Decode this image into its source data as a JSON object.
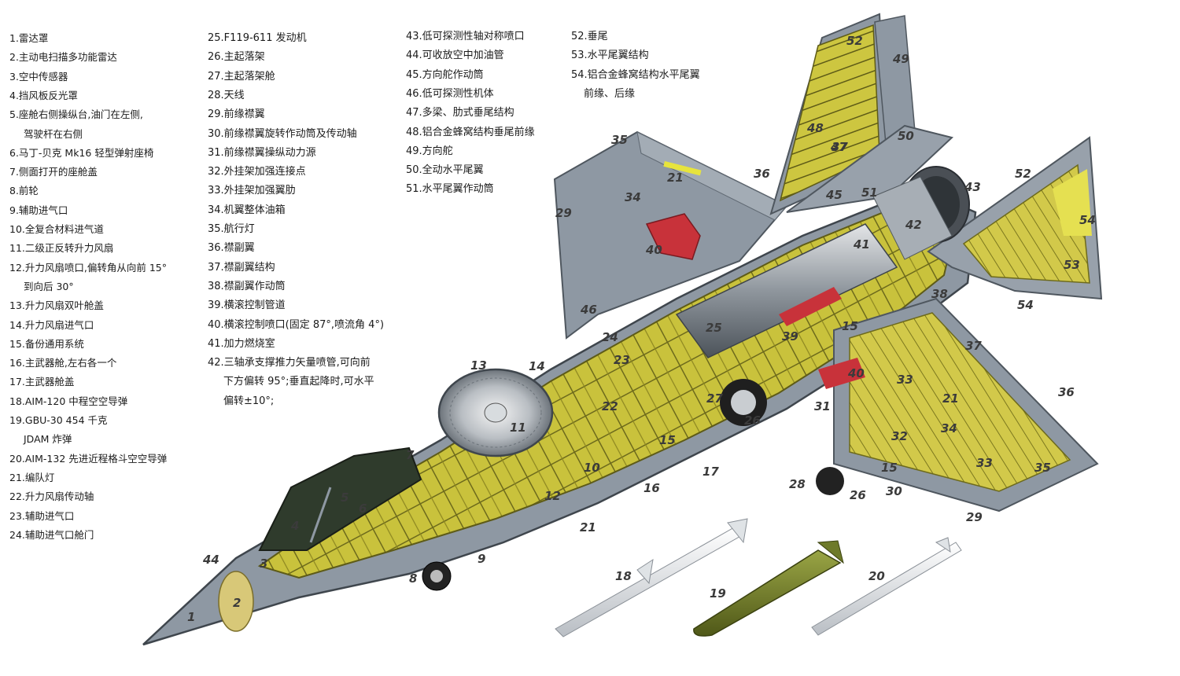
{
  "legend": {
    "col1": [
      "1.雷达罩",
      "2.主动电扫描多功能雷达",
      "3.空中传感器",
      "4.挡风板反光罩",
      "5.座舱右侧操纵台,油门在左侧,",
      "驾驶杆在右侧",
      "6.马丁-贝克 Mk16 轻型弹射座椅",
      "7.侧面打开的座舱盖",
      "8.前轮",
      "9.辅助进气口",
      "10.全复合材料进气道",
      "11.二级正反转升力风扇",
      "12.升力风扇喷口,偏转角从向前 15°",
      "到向后 30°",
      "13.升力风扇双叶舱盖",
      "14.升力风扇进气口",
      "15.备份通用系统",
      "16.主武器舱,左右各一个",
      "17.主武器舱盖",
      "18.AIM-120 中程空空导弹",
      "19.GBU-30 454 千克",
      "JDAM 炸弹",
      "20.AIM-132 先进近程格斗空空导弹",
      "21.编队灯",
      "22.升力风扇传动轴",
      "23.辅助进气口",
      "24.辅助进气口舱门"
    ],
    "col2": [
      "25.F119-611 发动机",
      "26.主起落架",
      "27.主起落架舱",
      "28.天线",
      "29.前缘襟翼",
      "30.前缘襟翼旋转作动筒及传动轴",
      "31.前缘襟翼操纵动力源",
      "32.外挂架加强连接点",
      "33.外挂架加强翼肋",
      "34.机翼整体油箱",
      "35.航行灯",
      "36.襟副翼",
      "37.襟副翼结构",
      "38.襟副翼作动筒",
      "39.横滚控制管道",
      "40.横滚控制喷口(固定 87°,喷流角 4°)",
      "41.加力燃烧室",
      "42.三轴承支撑推力矢量喷管,可向前",
      "下方偏转 95°;垂直起降时,可水平",
      "偏转±10°;"
    ],
    "col3": [
      "43.低可探测性轴对称喷口",
      "44.可收放空中加油管",
      "45.方向舵作动筒",
      "46.低可探测性机体",
      "47.多梁、肋式垂尾结构",
      "48.铝合金蜂窝结构垂尾前缘",
      "49.方向舵",
      "50.全动水平尾翼",
      "51.水平尾翼作动筒"
    ],
    "col4": [
      "52.垂尾",
      "53.水平尾翼结构",
      "54.铝合金蜂窝结构水平尾翼",
      "前缘、后缘"
    ]
  },
  "callouts": [
    "1",
    "2",
    "3",
    "4",
    "5",
    "6",
    "7",
    "8",
    "9",
    "10",
    "11",
    "12",
    "13",
    "14",
    "15",
    "15",
    "15",
    "16",
    "17",
    "18",
    "19",
    "20",
    "21",
    "21",
    "21",
    "22",
    "23",
    "24",
    "25",
    "26",
    "26",
    "27",
    "28",
    "29",
    "29",
    "30",
    "31",
    "32",
    "33",
    "33",
    "34",
    "34",
    "35",
    "35",
    "36",
    "36",
    "37",
    "37",
    "38",
    "39",
    "40",
    "40",
    "41",
    "42",
    "43",
    "44",
    "45",
    "46",
    "47",
    "48",
    "49",
    "50",
    "51",
    "52",
    "52",
    "53",
    "54",
    "54"
  ],
  "colors": {
    "skin": "#8e98a3",
    "skin_dark": "#5f6872",
    "structure": "#c9c23c",
    "structure_dark": "#8c8620",
    "canopy": "#2f3b2c",
    "nozzle_red": "#c8323a",
    "bomb": "#6e7a2a",
    "missile": "#e9ecef"
  },
  "icons": [
    "lift-fan-icon",
    "engine-icon",
    "wheel-icon",
    "missile-icon",
    "bomb-icon"
  ]
}
